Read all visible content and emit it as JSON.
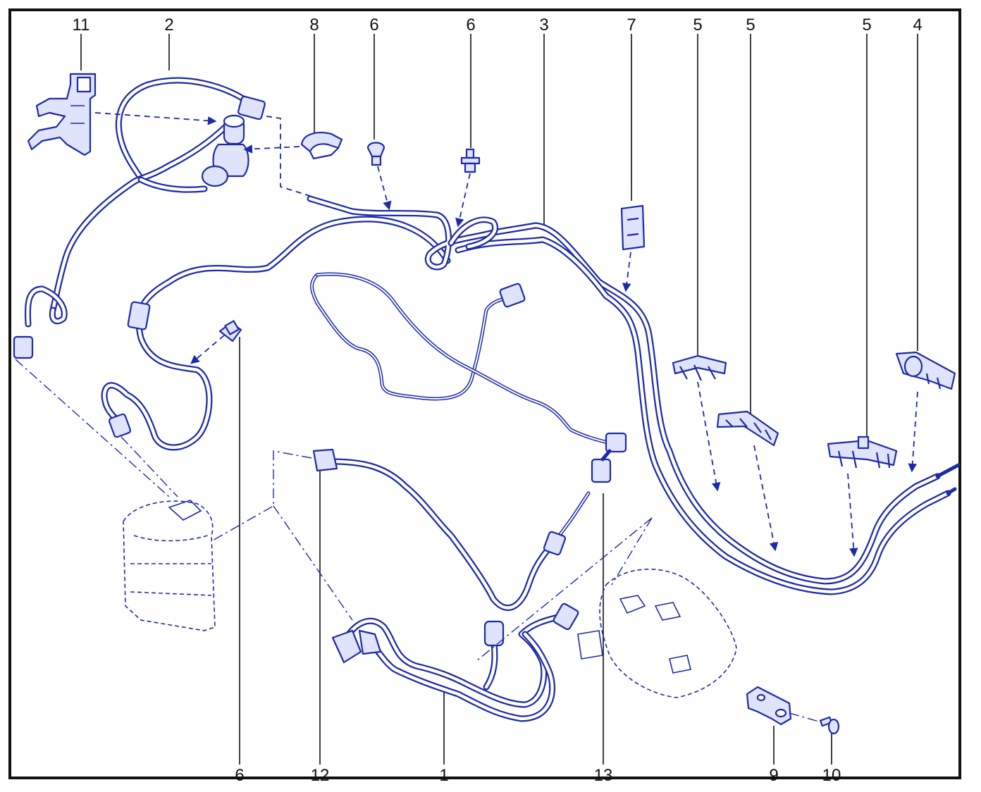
{
  "diagram": {
    "callouts": {
      "c11": "11",
      "c2": "2",
      "c8": "8",
      "c6a": "6",
      "c6b": "6",
      "c3": "3",
      "c7": "7",
      "c5a": "5",
      "c5b": "5",
      "c5c": "5",
      "c4": "4",
      "c6c": "6",
      "c12": "12",
      "c1": "1",
      "c13": "13",
      "c9": "9",
      "c10": "10"
    },
    "colors": {
      "line": "#1c2aa8",
      "frame": "#111111",
      "fill": "#dfe3fb"
    },
    "icons": [
      "fuel-filter-icon",
      "clip-icon",
      "push-rivet-icon",
      "hose-bracket-icon",
      "injection-pump-icon",
      "bracket-plate-icon",
      "screw-icon",
      "connector-icon"
    ]
  }
}
